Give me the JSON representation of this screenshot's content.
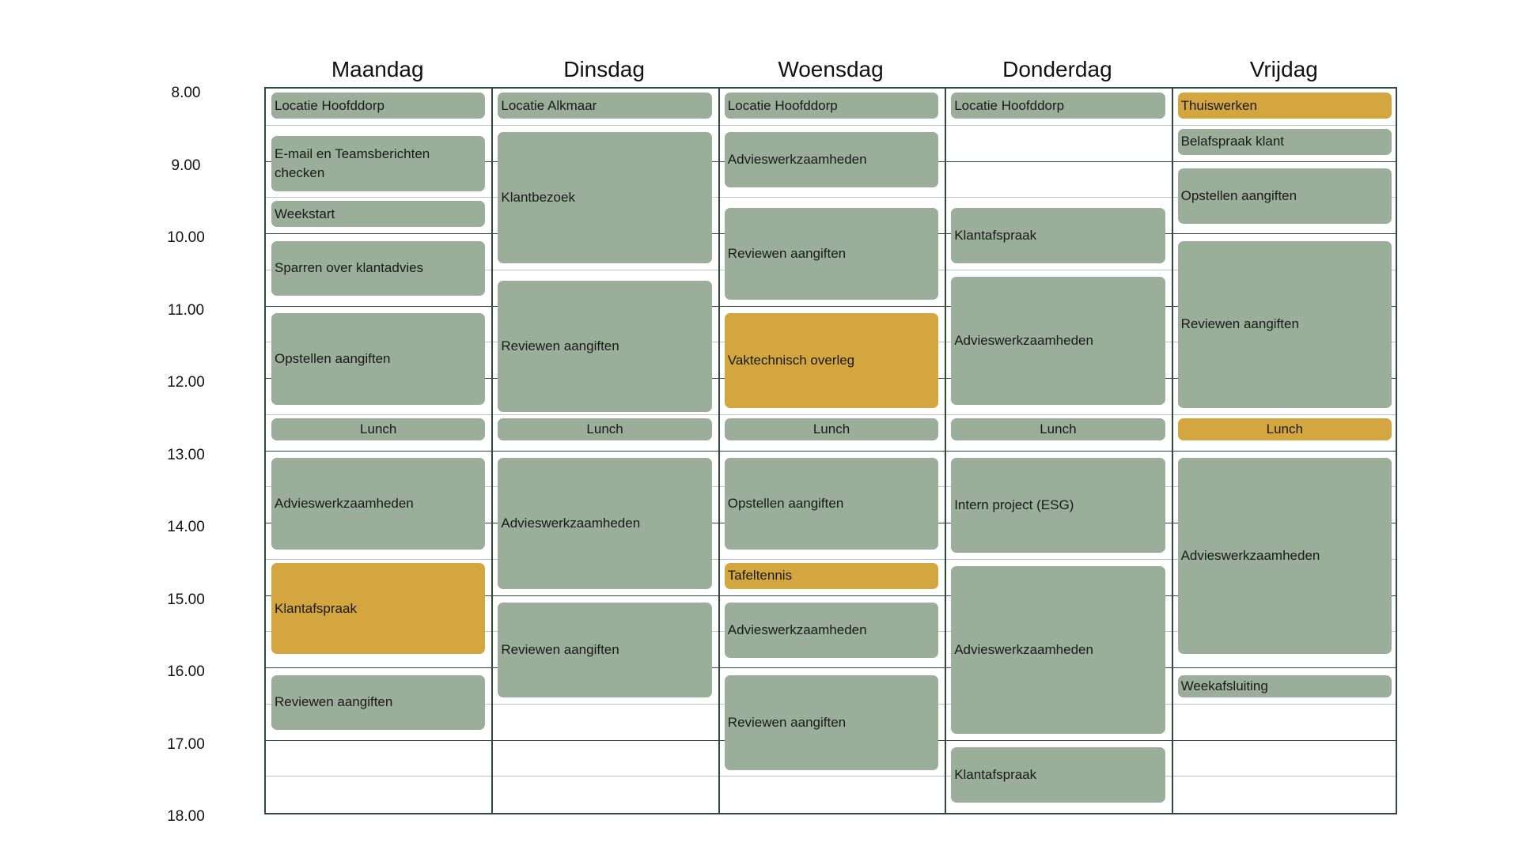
{
  "colors": {
    "default": "#9aae9a",
    "highlight": "#d4a640",
    "grid": "#2f4a3a"
  },
  "hours": [
    "8.00",
    "9.00",
    "10.00",
    "11.00",
    "12.00",
    "13.00",
    "14.00",
    "15.00",
    "16.00",
    "17.00",
    "18.00"
  ],
  "days": [
    {
      "name": "Maandag",
      "events": [
        {
          "title": "Locatie Hoofddorp",
          "start": 8.0,
          "end": 8.45
        },
        {
          "title": "E-mail en Teamsberichten checken",
          "start": 8.6,
          "end": 9.45
        },
        {
          "title": "Weekstart",
          "start": 9.5,
          "end": 9.95
        },
        {
          "title": "Sparren over klantadvies",
          "start": 10.05,
          "end": 10.9
        },
        {
          "title": "Opstellen aangiften",
          "start": 11.05,
          "end": 12.4
        },
        {
          "title": "Lunch",
          "start": 12.5,
          "end": 12.9,
          "align": "center"
        },
        {
          "title": "Advieswerkzaamheden",
          "start": 13.05,
          "end": 14.4
        },
        {
          "title": "Klantafspraak",
          "start": 14.5,
          "end": 15.85,
          "highlight": true
        },
        {
          "title": "Reviewen aangiften",
          "start": 16.05,
          "end": 16.9
        }
      ]
    },
    {
      "name": "Dinsdag",
      "events": [
        {
          "title": "Locatie Alkmaar",
          "start": 8.0,
          "end": 8.45
        },
        {
          "title": "Klantbezoek",
          "start": 8.55,
          "end": 10.45
        },
        {
          "title": "Reviewen aangiften",
          "start": 10.6,
          "end": 12.5
        },
        {
          "title": "Lunch",
          "start": 12.5,
          "end": 12.9,
          "align": "center"
        },
        {
          "title": "Advieswerkzaamheden",
          "start": 13.05,
          "end": 14.95
        },
        {
          "title": "Reviewen aangiften",
          "start": 15.05,
          "end": 16.45
        }
      ]
    },
    {
      "name": "Woensdag",
      "events": [
        {
          "title": "Locatie Hoofddorp",
          "start": 8.0,
          "end": 8.45
        },
        {
          "title": "Advieswerkzaamheden",
          "start": 8.55,
          "end": 9.4
        },
        {
          "title": "Reviewen aangiften",
          "start": 9.6,
          "end": 10.95
        },
        {
          "title": "Vaktechnisch overleg",
          "start": 11.05,
          "end": 12.45,
          "highlight": true
        },
        {
          "title": "Lunch",
          "start": 12.5,
          "end": 12.9,
          "align": "center"
        },
        {
          "title": "Opstellen aangiften",
          "start": 13.05,
          "end": 14.4
        },
        {
          "title": "Tafeltennis",
          "start": 14.5,
          "end": 14.95,
          "highlight": true
        },
        {
          "title": "Advieswerkzaamheden",
          "start": 15.05,
          "end": 15.9
        },
        {
          "title": "Reviewen aangiften",
          "start": 16.05,
          "end": 17.45
        }
      ]
    },
    {
      "name": "Donderdag",
      "events": [
        {
          "title": "Locatie Hoofddorp",
          "start": 8.0,
          "end": 8.45
        },
        {
          "title": "Klantafspraak",
          "start": 9.6,
          "end": 10.45
        },
        {
          "title": "Advieswerkzaamheden",
          "start": 10.55,
          "end": 12.4
        },
        {
          "title": "Lunch",
          "start": 12.5,
          "end": 12.9,
          "align": "center"
        },
        {
          "title": "Intern project (ESG)",
          "start": 13.05,
          "end": 14.45
        },
        {
          "title": "Advieswerkzaamheden",
          "start": 14.55,
          "end": 16.95
        },
        {
          "title": "Klantafspraak",
          "start": 17.05,
          "end": 17.9
        }
      ]
    },
    {
      "name": "Vrijdag",
      "events": [
        {
          "title": "Thuiswerken",
          "start": 8.0,
          "end": 8.45,
          "highlight": true
        },
        {
          "title": "Belafspraak klant",
          "start": 8.5,
          "end": 8.95
        },
        {
          "title": "Opstellen aangiften",
          "start": 9.05,
          "end": 9.9
        },
        {
          "title": "Reviewen aangiften",
          "start": 10.05,
          "end": 12.45
        },
        {
          "title": "Lunch",
          "start": 12.5,
          "end": 12.9,
          "align": "center",
          "highlight": true
        },
        {
          "title": "Advieswerkzaamheden",
          "start": 13.05,
          "end": 15.85
        },
        {
          "title": "Weekafsluiting",
          "start": 16.05,
          "end": 16.45
        }
      ]
    }
  ]
}
